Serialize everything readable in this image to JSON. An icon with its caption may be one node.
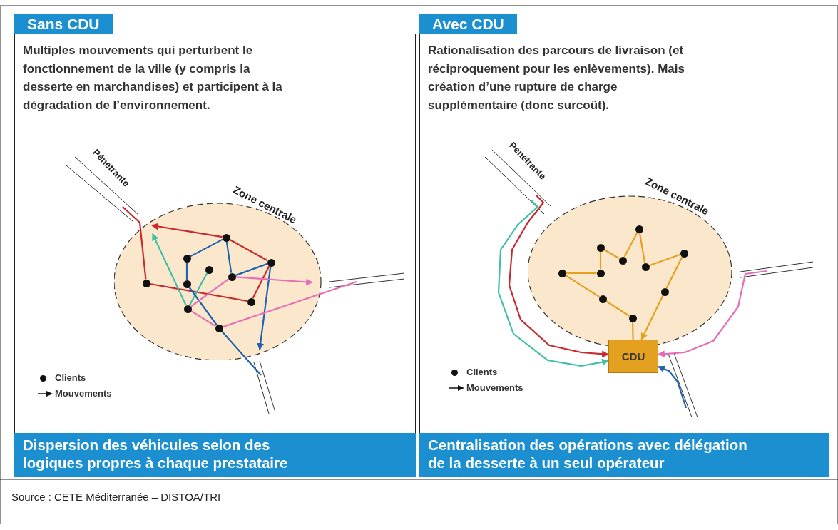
{
  "diagram": {
    "caption": "Source : CETE Méditerranée – DISTOA/TRI",
    "nodes": [
      {
        "text": [
          "Sans CDU",
          "Multiples mouvements qui perturbent le fonctionnement de la ville (y compris la desserte en marchandises) et participent à la dégradation de l’environnement."
        ]
      },
      {
        "text": [
          "Dispersion des véhicules selon des logiques propres à chaque prestataire"
        ],
        "in": 0
      },
      {
        "text": [
          "Zone centrale"
        ],
        "in": 0
      },
      {
        "text": [],
        "shape": "circle",
        "in": 2
      },
      {
        "text": [],
        "shape": "circle",
        "in": 2
      },
      {
        "text": [],
        "shape": "circle",
        "in": 2
      },
      {
        "text": [],
        "shape": "circle",
        "in": 2
      },
      {
        "text": [],
        "shape": "circle",
        "in": 2
      },
      {
        "text": [],
        "shape": "circle",
        "in": 2
      },
      {
        "text": [],
        "shape": "circle",
        "in": 2
      },
      {
        "text": [],
        "shape": "circle",
        "in": 2
      },
      {
        "text": [],
        "shape": "circle",
        "in": 2
      },
      {
        "text": [],
        "shape": "circle",
        "in": 2
      },
      {
        "text": [
          "Avec CDU",
          "Rationalisation des parcours de livraison (et réciproquement pour les enlèvements). Mais création d’une rupture de charge supplémentaire (donc surcoût)."
        ]
      },
      {
        "text": [
          "Centralisation des opérations avec délégation de la desserte à un seul opérateur"
        ],
        "in": 13
      },
      {
        "text": [
          "Zone centrale"
        ],
        "in": 13
      },
      {
        "text": [],
        "shape": "circle",
        "in": 15
      },
      {
        "text": [],
        "shape": "circle",
        "in": 15
      },
      {
        "text": [],
        "shape": "circle",
        "in": 15
      },
      {
        "text": [],
        "shape": "circle",
        "in": 15
      },
      {
        "text": [],
        "shape": "circle",
        "in": 15
      },
      {
        "text": [],
        "shape": "circle",
        "in": 15
      },
      {
        "text": [],
        "shape": "circle",
        "in": 15
      },
      {
        "text": [],
        "shape": "circle",
        "in": 15
      },
      {
        "text": [],
        "shape": "circle",
        "in": 15
      },
      {
        "text": [],
        "shape": "circle",
        "in": 15
      },
      {
        "text": [
          "CDU"
        ],
        "in": 13
      }
    ],
    "edges": [
      {
        "from": null,
        "to": 3,
        "arrow": "none",
        "color": "#c8282e"
      },
      {
        "from": 3,
        "to": 11,
        "arrow": "none",
        "color": "#c8282e"
      },
      {
        "from": 11,
        "to": 12,
        "arrow": "none",
        "color": "#c8282e"
      },
      {
        "from": 12,
        "to": 9,
        "arrow": "none",
        "color": "#c8282e"
      },
      {
        "from": 9,
        "to": null,
        "arrow": "to",
        "color": "#c8282e"
      },
      {
        "from": 7,
        "to": 6,
        "arrow": "none",
        "color": "#3dbfa8"
      },
      {
        "from": 6,
        "to": null,
        "arrow": "to",
        "color": "#3dbfa8"
      },
      {
        "from": 5,
        "to": 4,
        "arrow": "none",
        "color": "#1f63b0"
      },
      {
        "from": 4,
        "to": 9,
        "arrow": "none",
        "color": "#1f63b0"
      },
      {
        "from": 9,
        "to": 10,
        "arrow": "none",
        "color": "#1f63b0"
      },
      {
        "from": 10,
        "to": 12,
        "arrow": "none",
        "color": "#1f63b0"
      },
      {
        "from": 12,
        "to": null,
        "arrow": "to",
        "color": "#1f63b0"
      },
      {
        "from": 5,
        "to": 8,
        "arrow": "none",
        "color": "#1f63b0"
      },
      {
        "from": 8,
        "to": null,
        "arrow": "none",
        "color": "#1f63b0"
      },
      {
        "from": null,
        "to": 8,
        "arrow": "none",
        "color": "#e96cb8"
      },
      {
        "from": 8,
        "to": 6,
        "arrow": "none",
        "color": "#e96cb8"
      },
      {
        "from": 6,
        "to": 10,
        "arrow": "none",
        "color": "#e96cb8"
      },
      {
        "from": 10,
        "to": null,
        "arrow": "to",
        "color": "#e96cb8"
      },
      {
        "from": 21,
        "to": 19,
        "arrow": "none",
        "color": "#e3a11f"
      },
      {
        "from": 19,
        "to": 16,
        "arrow": "none",
        "color": "#e3a11f"
      },
      {
        "from": 16,
        "to": 18,
        "arrow": "none",
        "color": "#e3a11f"
      },
      {
        "from": 18,
        "to": 17,
        "arrow": "none",
        "color": "#e3a11f"
      },
      {
        "from": 17,
        "to": 20,
        "arrow": "none",
        "color": "#e3a11f"
      },
      {
        "from": 20,
        "to": 22,
        "arrow": "none",
        "color": "#e3a11f"
      },
      {
        "from": 22,
        "to": 23,
        "arrow": "none",
        "color": "#e3a11f"
      },
      {
        "from": 23,
        "to": 25,
        "arrow": "none",
        "color": "#e3a11f"
      },
      {
        "from": 25,
        "to": 24,
        "arrow": "none",
        "color": "#e3a11f"
      },
      {
        "from": 24,
        "to": 26,
        "arrow": "to",
        "color": "#e3a11f"
      },
      {
        "from": 21,
        "to": 26,
        "arrow": "none",
        "color": "#e3a11f"
      },
      {
        "from": null,
        "to": 26,
        "arrow": "to",
        "color": "#c8282e"
      },
      {
        "from": null,
        "to": 26,
        "arrow": "to",
        "color": "#3dbfa8"
      },
      {
        "from": null,
        "to": 26,
        "arrow": "to",
        "color": "#e96cb8"
      },
      {
        "from": null,
        "to": 26,
        "arrow": "to",
        "color": "#1f63b0"
      }
    ],
    "labels": [
      "Pénétrante",
      "Pénétrante"
    ],
    "legend": [
      {
        "text": "Clients"
      },
      {
        "text": "Mouvements"
      },
      {
        "text": "Clients"
      },
      {
        "text": "Mouvements"
      }
    ]
  }
}
